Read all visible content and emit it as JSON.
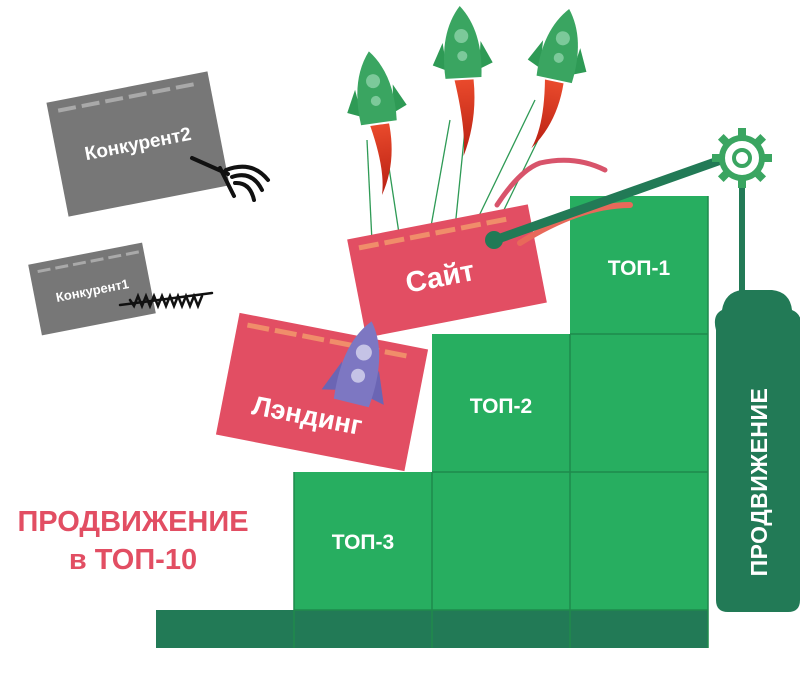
{
  "competitors": [
    {
      "label": "Конкурент2",
      "tool": "pitchfork-icon"
    },
    {
      "label": "Конкурент1",
      "tool": "drill-bit-icon"
    }
  ],
  "cards": {
    "site": "Сайт",
    "landing": "Лэндинг"
  },
  "steps": [
    {
      "label": "ТОП-3"
    },
    {
      "label": "ТОП-2"
    },
    {
      "label": "ТОП-1"
    }
  ],
  "promo": {
    "line1": "ПРОДВИЖЕНИЕ",
    "line2": "в ТОП-10"
  },
  "tool_label": "ПРОДВИЖЕНИЕ",
  "colors": {
    "green": "#27ae60",
    "dark_green": "#227a56",
    "card_red": "#e24e63",
    "card_gray": "#777777",
    "promo_red": "#e24e63",
    "rocket_green": "#3aa561",
    "rocket_purple": "#7d77c2"
  }
}
